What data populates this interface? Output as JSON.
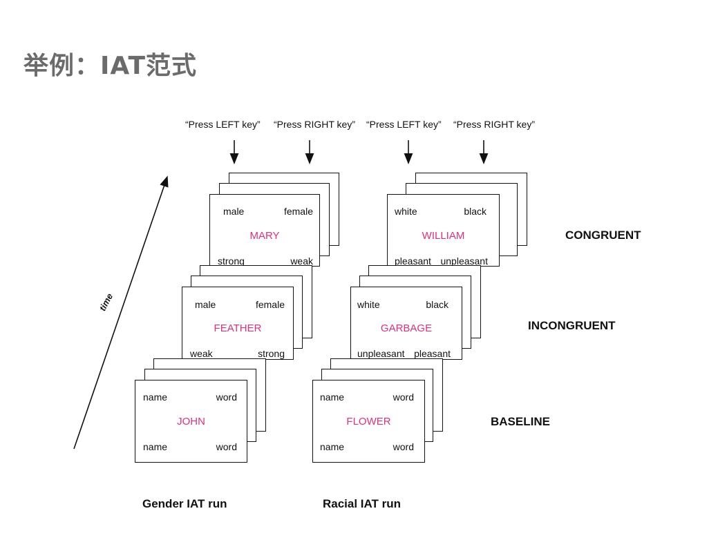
{
  "title": "举例：IAT范式",
  "press_labels": [
    "“Press LEFT key”",
    "“Press RIGHT key”",
    "“Press LEFT key”",
    "“Press RIGHT key”"
  ],
  "time_label": "time",
  "conditions": {
    "congruent": "CONGRUENT",
    "incongruent": "INCONGRUENT",
    "baseline": "BASELINE"
  },
  "runs": {
    "gender": "Gender IAT run",
    "racial": "Racial IAT run"
  },
  "cards": {
    "gender_congruent": {
      "top_left": "male",
      "top_right": "female",
      "stimulus": "MARY",
      "bottom_left": "strong",
      "bottom_right": "weak"
    },
    "racial_congruent": {
      "top_left": "white",
      "top_right": "black",
      "stimulus": "WILLIAM",
      "bottom_left": "pleasant",
      "bottom_right": "unpleasant"
    },
    "gender_incongruent": {
      "top_left": "male",
      "top_right": "female",
      "stimulus": "FEATHER",
      "bottom_left": "weak",
      "bottom_right": "strong"
    },
    "racial_incongruent": {
      "top_left": "white",
      "top_right": "black",
      "stimulus": "GARBAGE",
      "bottom_left": "unpleasant",
      "bottom_right": "pleasant"
    },
    "gender_baseline": {
      "top_left": "name",
      "top_right": "word",
      "stimulus": "JOHN",
      "bottom_left": "name",
      "bottom_right": "word"
    },
    "racial_baseline": {
      "top_left": "name",
      "top_right": "word",
      "stimulus": "FLOWER",
      "bottom_left": "name",
      "bottom_right": "word"
    }
  },
  "colors": {
    "stimulus": "#e0307a",
    "title": "#6b6b6b"
  }
}
